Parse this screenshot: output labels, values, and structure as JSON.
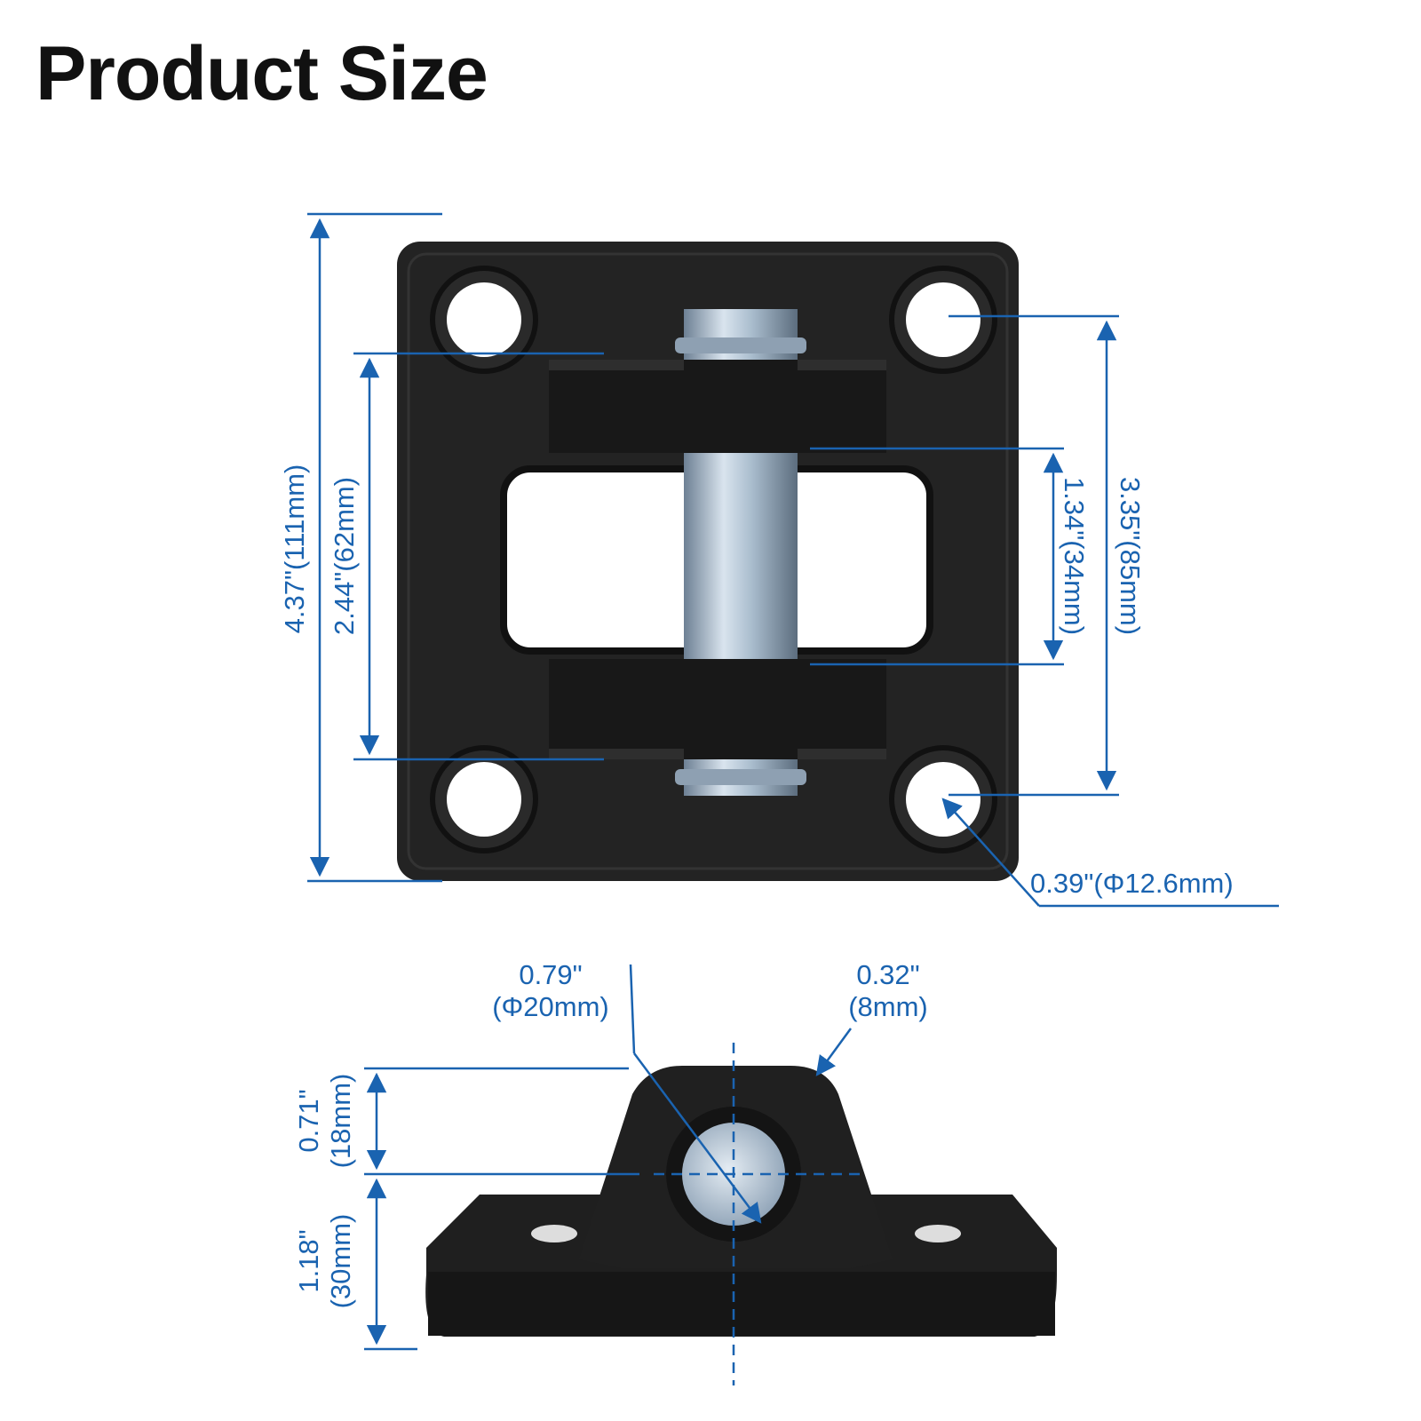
{
  "title": "Product Size",
  "colors": {
    "dimension": "#1a63b0",
    "body": "#1f1f1f",
    "pin": "#9fb4c8"
  },
  "top_view": {
    "overall_height": "4.37\"(111mm)",
    "clevis_height": "2.44\"(62mm)",
    "gap_width": "1.34\"(34mm)",
    "hole_spacing": "3.35\"(85mm)",
    "hole_diameter": "0.39\"(Φ12.6mm)"
  },
  "side_view": {
    "pin_diameter_in": "0.79\"",
    "pin_diameter_mm": "(Φ20mm)",
    "wall_thickness_in": "0.32\"",
    "wall_thickness_mm": "(8mm)",
    "upper_height_in": "0.71\"",
    "upper_height_mm": "(18mm)",
    "lower_height_in": "1.18\"",
    "lower_height_mm": "(30mm)"
  }
}
